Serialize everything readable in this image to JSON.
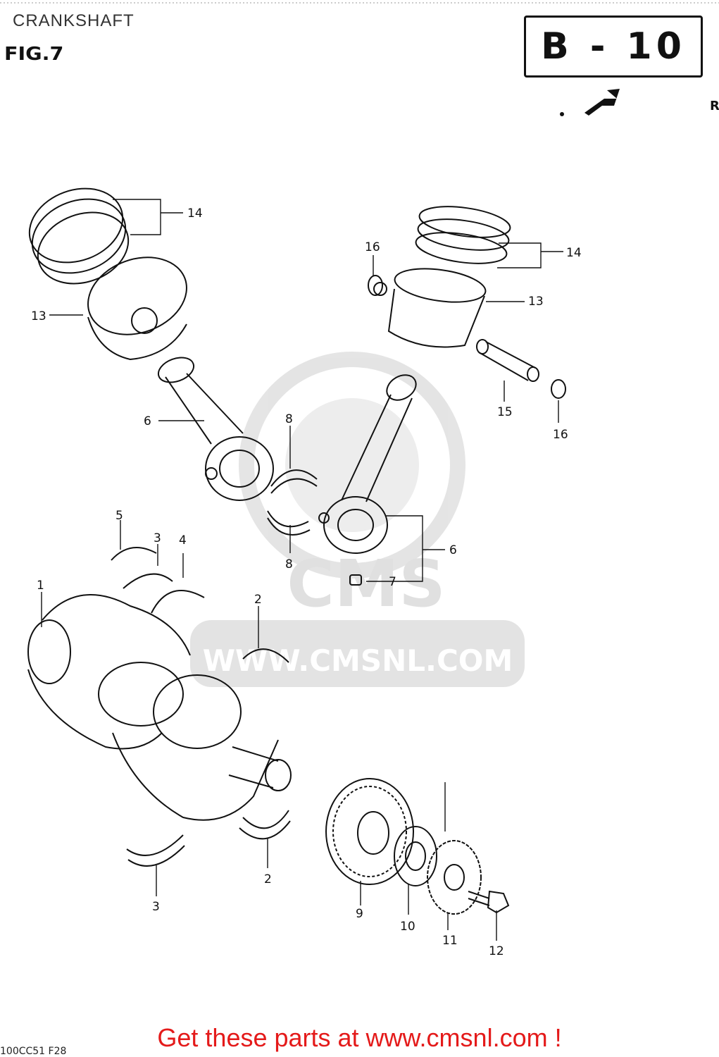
{
  "header": {
    "title": "CRANKSHAFT",
    "figure": "FIG.7",
    "section": "B - 10",
    "edge_mark": "R"
  },
  "callouts": [
    "1",
    "2",
    "2",
    "3",
    "3",
    "4",
    "5",
    "6",
    "6",
    "7",
    "8",
    "8",
    "9",
    "10",
    "11",
    "12",
    "13",
    "13",
    "14",
    "14",
    "15",
    "16",
    "16"
  ],
  "watermark": {
    "logo": "CMS",
    "url": "WWW.CMSNL.COM"
  },
  "footer": {
    "link_text": "Get these parts at www.cmsnl.com !",
    "drawing_code": "100CC51 F28"
  },
  "colors": {
    "link": "#e41a1a",
    "watermark": "#d9d9d9"
  }
}
